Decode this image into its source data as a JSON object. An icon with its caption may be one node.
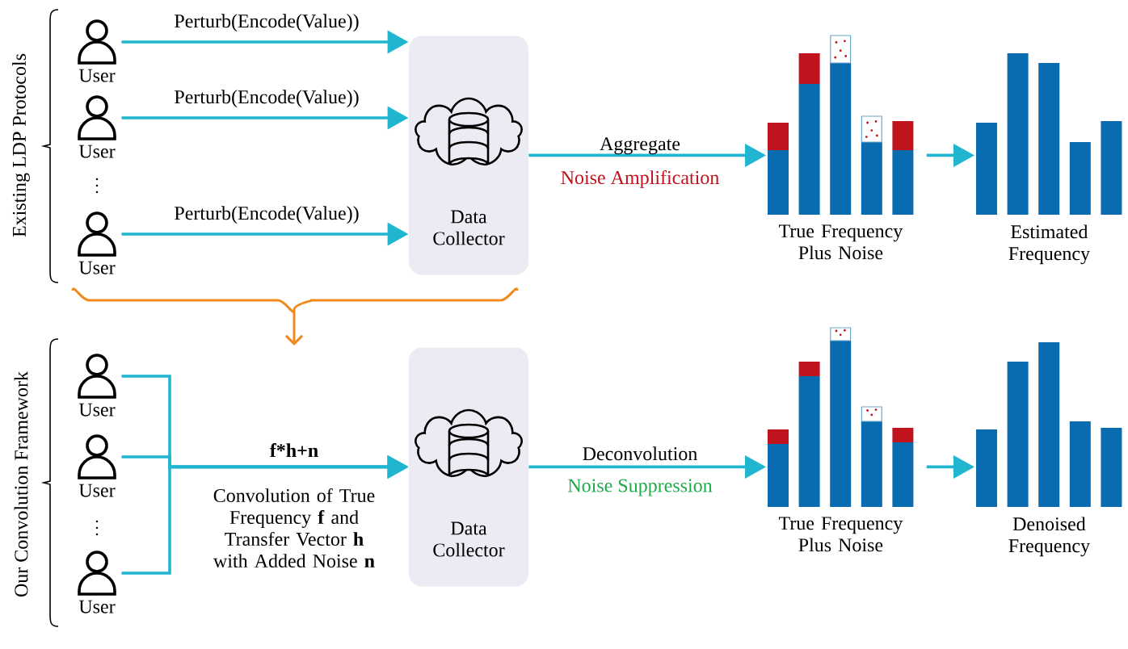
{
  "diagram": {
    "nodes": [
      {
        "text": [
          "User"
        ]
      },
      {
        "text": [
          "User"
        ]
      },
      {
        "text": [
          "User"
        ]
      },
      {
        "text": [
          "Data Collector"
        ]
      },
      {
        "text": [],
        "shape": "bar",
        "beside": [
          "True Frequency Plus Noise"
        ]
      },
      {
        "text": [],
        "shape": "bar",
        "beside": [
          "Estimated Frequency"
        ]
      },
      {
        "text": [
          "User"
        ]
      },
      {
        "text": [
          "User"
        ]
      },
      {
        "text": [
          "User"
        ]
      },
      {
        "text": [
          "Data Collector"
        ]
      },
      {
        "text": [],
        "shape": "bar",
        "beside": [
          "True Frequency Plus Noise"
        ]
      },
      {
        "text": [],
        "shape": "bar",
        "beside": [
          "Denoised Frequency"
        ]
      }
    ],
    "edges": [
      {
        "from": 0,
        "to": 3,
        "arrow": "to",
        "label": "Perturb(Encode(Value))"
      },
      {
        "from": 1,
        "to": 3,
        "arrow": "to",
        "label": "Perturb(Encode(Value))"
      },
      {
        "from": 2,
        "to": 3,
        "arrow": "to",
        "label": "Perturb(Encode(Value))"
      },
      {
        "from": 3,
        "to": 4,
        "arrow": "to",
        "label": "Aggregate"
      },
      {
        "from": 4,
        "to": 5,
        "arrow": "to"
      },
      {
        "from": 6,
        "to": 9,
        "arrow": "to"
      },
      {
        "from": 7,
        "to": 9,
        "arrow": "to",
        "label": "f*h+n"
      },
      {
        "from": 8,
        "to": 9,
        "arrow": "to"
      },
      {
        "from": 9,
        "to": 10,
        "arrow": "to",
        "label": "Deconvolution"
      },
      {
        "from": 10,
        "to": 11,
        "arrow": "to"
      }
    ],
    "labels": [
      "Existing LDP Protocols",
      "Noise Amplification",
      "Our Convolution Framework",
      "Convolution of True Frequency **f** and Transfer Vector **h** with Added Noise **n**",
      "Noise Suppression"
    ]
  }
}
